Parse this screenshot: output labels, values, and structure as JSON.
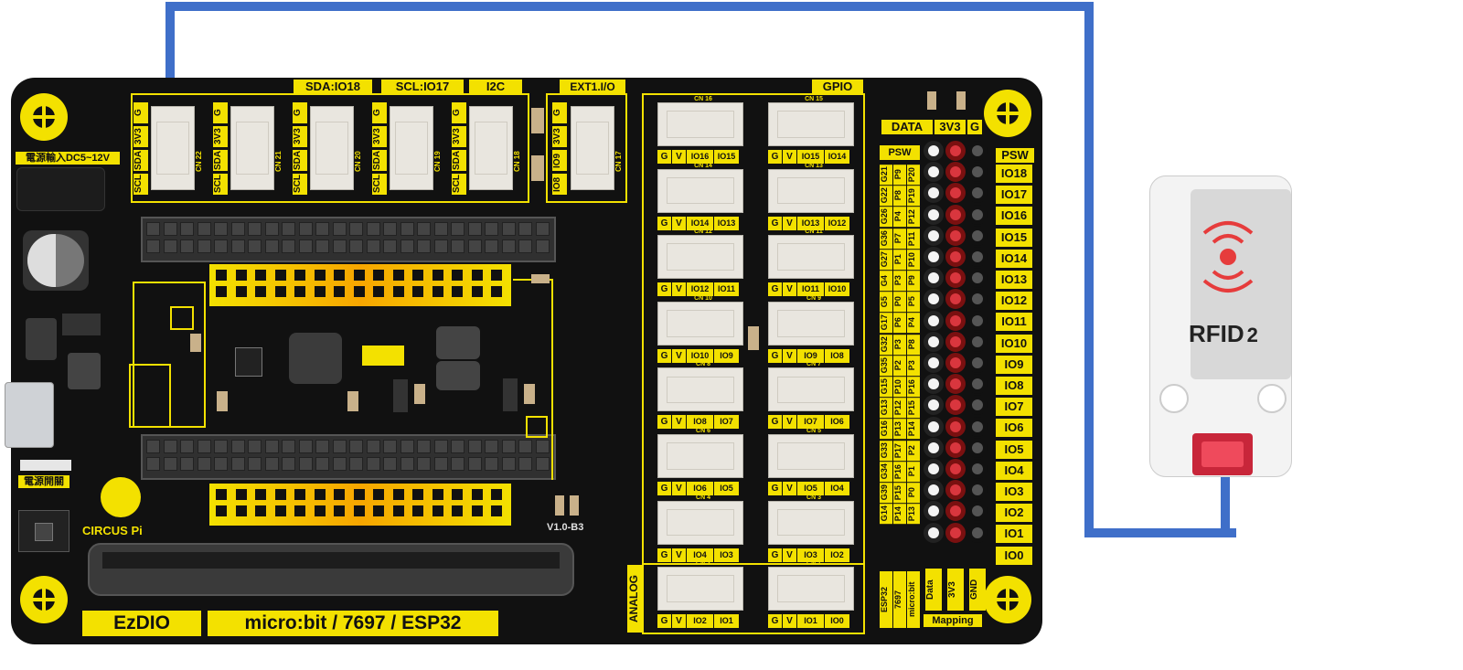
{
  "colors": {
    "accent": "#f3e100",
    "wire": "#3f6fc9",
    "board": "#111111"
  },
  "top_labels": {
    "sda": "SDA:IO18",
    "scl": "SCL:IO17",
    "i2c": "I2C",
    "ext": "EXT1.I/O",
    "gpio": "GPIO"
  },
  "power": {
    "input": "電源輸入DC5~12V",
    "switch": "電源開關"
  },
  "i2c_connectors": [
    {
      "pins": [
        "SCL",
        "SDA",
        "3V3",
        "G"
      ],
      "id": "CN 22"
    },
    {
      "pins": [
        "SCL",
        "SDA",
        "3V3",
        "G"
      ],
      "id": "CN 21"
    },
    {
      "pins": [
        "SCL",
        "SDA",
        "3V3",
        "G"
      ],
      "id": "CN 20"
    },
    {
      "pins": [
        "SCL",
        "SDA",
        "3V3",
        "G"
      ],
      "id": "CN 19"
    },
    {
      "pins": [
        "SCL",
        "SDA",
        "3V3",
        "G"
      ],
      "id": "CN 18"
    }
  ],
  "ext_connector": {
    "pins": [
      "IO8",
      "IO9",
      "3V3",
      "G"
    ],
    "id": "CN 17"
  },
  "gpio_rows": [
    [
      {
        "id": "CN 16",
        "pins": [
          "G",
          "V",
          "IO16",
          "IO15"
        ]
      },
      {
        "id": "CN 15",
        "pins": [
          "G",
          "V",
          "IO15",
          "IO14"
        ]
      }
    ],
    [
      {
        "id": "CN 14",
        "pins": [
          "G",
          "V",
          "IO14",
          "IO13"
        ]
      },
      {
        "id": "CN 13",
        "pins": [
          "G",
          "V",
          "IO13",
          "IO12"
        ]
      }
    ],
    [
      {
        "id": "CN 12",
        "pins": [
          "G",
          "V",
          "IO12",
          "IO11"
        ]
      },
      {
        "id": "CN 11",
        "pins": [
          "G",
          "V",
          "IO11",
          "IO10"
        ]
      }
    ],
    [
      {
        "id": "CN 10",
        "pins": [
          "G",
          "V",
          "IO10",
          "IO9"
        ]
      },
      {
        "id": "CN 9",
        "pins": [
          "G",
          "V",
          "IO9",
          "IO8"
        ]
      }
    ],
    [
      {
        "id": "CN 8",
        "pins": [
          "G",
          "V",
          "IO8",
          "IO7"
        ]
      },
      {
        "id": "CN 7",
        "pins": [
          "G",
          "V",
          "IO7",
          "IO6"
        ]
      }
    ],
    [
      {
        "id": "CN 6",
        "pins": [
          "G",
          "V",
          "IO6",
          "IO5"
        ]
      },
      {
        "id": "CN 5",
        "pins": [
          "G",
          "V",
          "IO5",
          "IO4"
        ]
      }
    ],
    [
      {
        "id": "CN 4",
        "pins": [
          "G",
          "V",
          "IO4",
          "IO3"
        ]
      },
      {
        "id": "CN 3",
        "pins": [
          "G",
          "V",
          "IO3",
          "IO2"
        ]
      }
    ],
    [
      {
        "id": "CN 2",
        "pins": [
          "G",
          "V",
          "IO2",
          "IO1"
        ]
      },
      {
        "id": "CN 1",
        "pins": [
          "G",
          "V",
          "IO1",
          "IO0"
        ]
      }
    ]
  ],
  "analog_label": "ANALOG",
  "mapping": {
    "data_label": "DATA",
    "v_label": "3V3",
    "g_label": "G",
    "psw": "PSW",
    "esp32": [
      "G21",
      "G22",
      "G26",
      "G36",
      "G27",
      "G4",
      "G5",
      "G17",
      "G32",
      "G35",
      "G15",
      "G13",
      "G16",
      "G33",
      "G34",
      "G39",
      "G14"
    ],
    "p7697": [
      "P9",
      "P8",
      "P4",
      "P7",
      "P1",
      "P3",
      "P0",
      "P6",
      "P3",
      "P2",
      "P10",
      "P12",
      "P13",
      "P17",
      "P16",
      "P15",
      "P14"
    ],
    "microbit": [
      "P20",
      "P19",
      "P12",
      "P11",
      "P10",
      "P9",
      "P5",
      "P4",
      "P8",
      "P3",
      "P16",
      "P15",
      "P14",
      "P2",
      "P1",
      "P0",
      "P13"
    ],
    "io_names": [
      "IO18",
      "IO17",
      "IO16",
      "IO15",
      "IO14",
      "IO13",
      "IO12",
      "IO11",
      "IO10",
      "IO9",
      "IO8",
      "IO7",
      "IO6",
      "IO5",
      "IO4",
      "IO3",
      "IO2",
      "IO1",
      "IO0"
    ],
    "bottom_cols": [
      "ESP32",
      "7697",
      "micro:bit"
    ],
    "bottom_pins": [
      "Data",
      "3V3",
      "GND"
    ],
    "footer": "Mapping"
  },
  "brand": {
    "logo": "CIRCUS Pi",
    "version": "V1.0-B3",
    "name": "EzDIO",
    "targets": "micro:bit / 7697 / ESP32"
  },
  "module": {
    "name": "RFID",
    "suffix": "2"
  }
}
